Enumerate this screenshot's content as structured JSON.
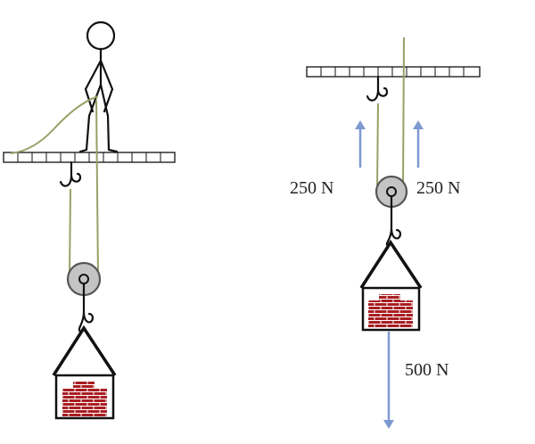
{
  "colors": {
    "rope": "#9a9f66",
    "arrow": "#7e9ad0",
    "pulley_fill": "#c4c4c4",
    "pulley_stroke": "#555555",
    "brick": "#a81e22",
    "brick_mortar": "#ffffff",
    "ink": "#111111"
  },
  "right_panel": {
    "left_force_label": "250 N",
    "right_force_label": "250 N",
    "load_force_label": "500 N"
  }
}
